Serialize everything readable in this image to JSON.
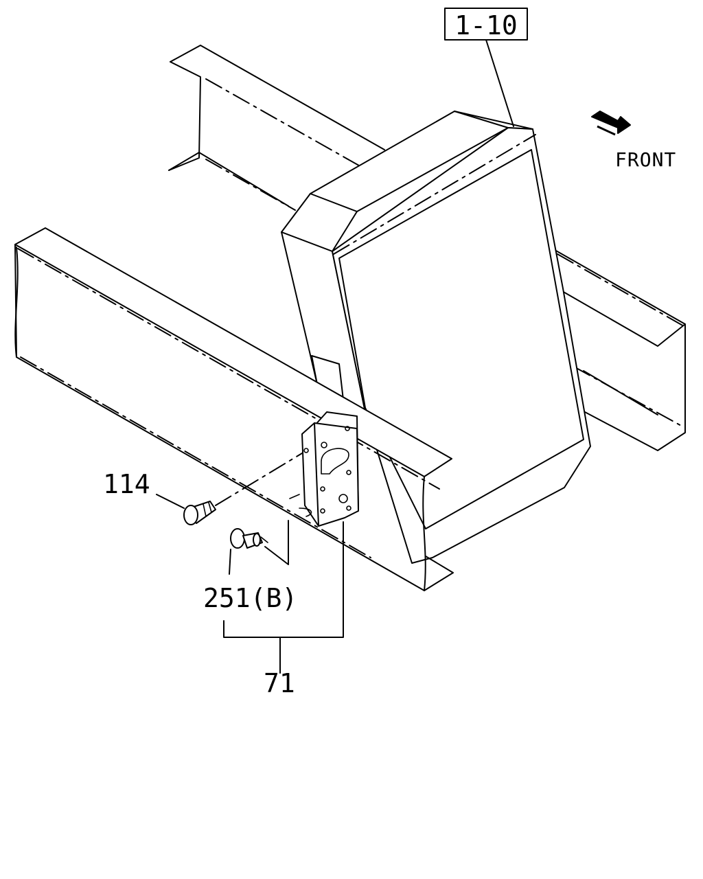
{
  "labels": {
    "ref_box": "1-10",
    "front": "FRONT",
    "part_114": "114",
    "part_251b": "251(B)",
    "part_71": "71"
  },
  "icons": {
    "direction_arrow": "front-direction-arrow-icon"
  },
  "colors": {
    "line": "#000000",
    "background": "#ffffff"
  }
}
